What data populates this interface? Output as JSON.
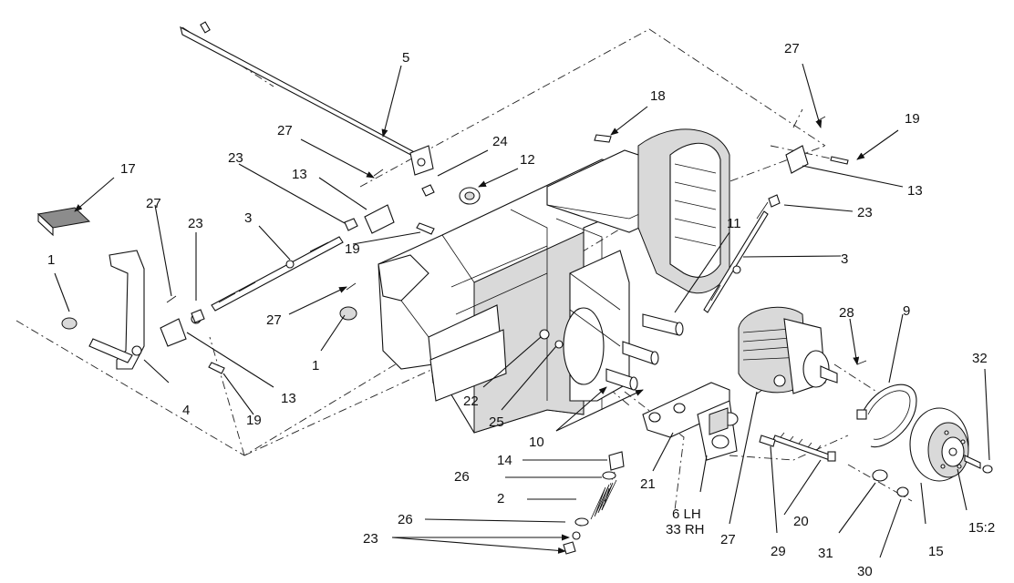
{
  "callouts": {
    "c5": "5",
    "c27_top_right": "27",
    "c18": "18",
    "c19_top_right": "19",
    "c17": "17",
    "c27_upper_mid": "27",
    "c24": "24",
    "c12": "12",
    "c13_top_right": "13",
    "c23_left": "23",
    "c13_upper_mid": "13",
    "c23_right": "23",
    "c27_left": "27",
    "c23_mid_left": "23",
    "c3_left": "3",
    "c11": "11",
    "c3_right": "3",
    "c1_left": "1",
    "c19_upper_mid": "19",
    "c28": "28",
    "c9": "9",
    "c27_mid": "27",
    "c32": "32",
    "c1_mid": "1",
    "c22": "22",
    "c4": "4",
    "c13_lower": "13",
    "c19_lower": "19",
    "c25": "25",
    "c10": "10",
    "c14": "14",
    "c26_upper": "26",
    "c21": "21",
    "c2": "2",
    "c6lh": "6 LH",
    "c33rh": "33 RH",
    "c20": "20",
    "c15_2": "15:2",
    "c26_lower": "26",
    "c23_bottom": "23",
    "c27_bottom": "27",
    "c29": "29",
    "c31": "31",
    "c15": "15",
    "c30": "30"
  }
}
